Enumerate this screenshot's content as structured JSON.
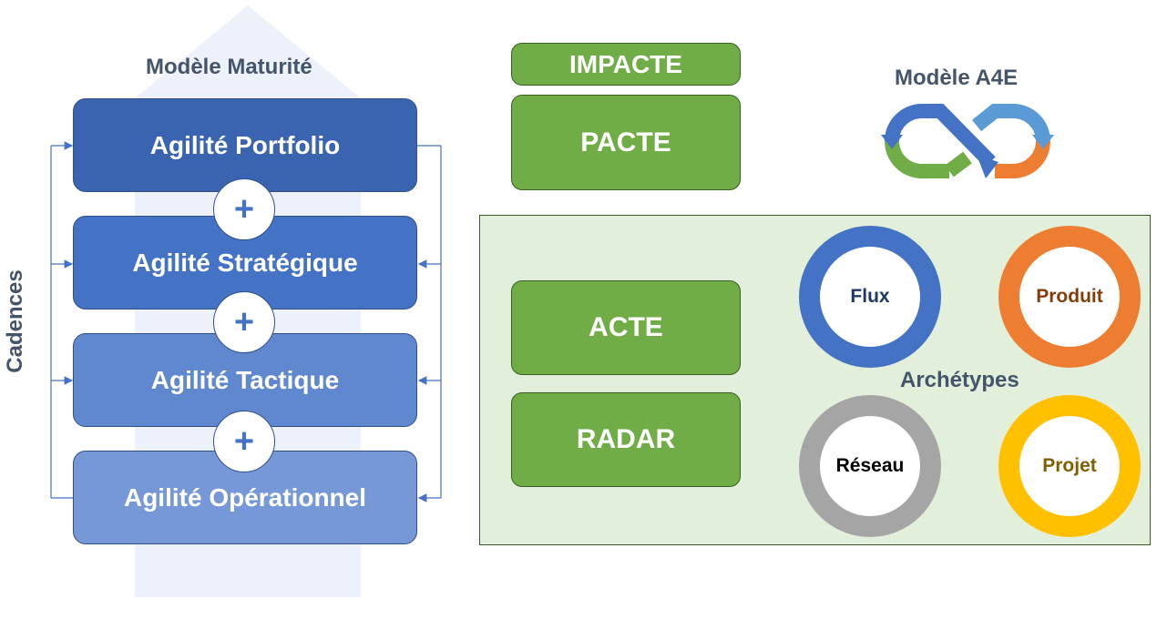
{
  "maturity": {
    "title": "Modèle Maturité",
    "cadences_label": "Cadences",
    "levels": [
      {
        "label": "Agilité Portfolio",
        "color": "#3a63b0"
      },
      {
        "label": "Agilité Stratégique",
        "color": "#4472c4"
      },
      {
        "label": "Agilité Tactique",
        "color": "#6088cf"
      },
      {
        "label": "Agilité Opérationnel",
        "color": "#7798d6"
      }
    ],
    "plus_symbol": "+"
  },
  "green_boxes": {
    "impacte": "IMPACTE",
    "pacte": "PACTE",
    "acte": "ACTE",
    "radar": "RADAR",
    "color": "#70ad47"
  },
  "a4e": {
    "title": "Modèle A4E",
    "logo_icon": "infinity-icon"
  },
  "archetypes": {
    "label": "Archétypes",
    "items": [
      {
        "label": "Flux",
        "ring_color": "#4472c4",
        "text_color": "#1f3864"
      },
      {
        "label": "Produit",
        "ring_color": "#ed7d31",
        "text_color": "#843c0c"
      },
      {
        "label": "Réseau",
        "ring_color": "#a5a5a5",
        "text_color": "#000000"
      },
      {
        "label": "Projet",
        "ring_color": "#ffc000",
        "text_color": "#7f6000"
      }
    ]
  }
}
